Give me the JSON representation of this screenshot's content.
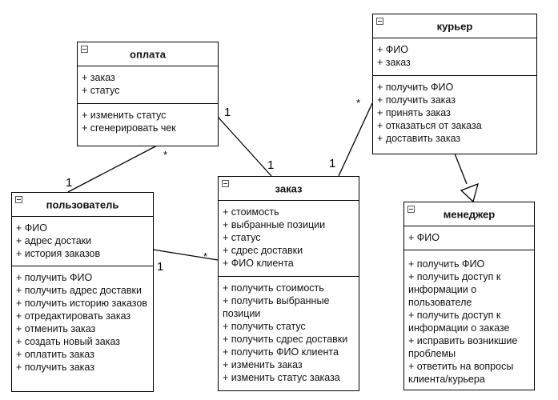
{
  "classes": {
    "oplata": {
      "title": "оплата",
      "attributes": [
        "+ заказ",
        "+ статус"
      ],
      "operations": [
        "+ изменить статус",
        "+ сгенерировать чек"
      ]
    },
    "kurer": {
      "title": "курьер",
      "attributes": [
        "+ ФИО",
        "+ заказ"
      ],
      "operations": [
        "+ получить ФИО",
        "+ получить заказ",
        "+ принять заказ",
        "+ отказаться от заказа",
        "+ доставить заказ"
      ]
    },
    "polzovatel": {
      "title": "пользователь",
      "attributes": [
        "+ ФИО",
        "+ адрес достаки",
        "+ история заказов"
      ],
      "operations": [
        "+ получить ФИО",
        "+ получить адрес доставки",
        "+ получить историю заказов",
        "+ отредактировать заказ",
        "+ отменить заказ",
        "+ создать новый заказ",
        "+ оплатить заказ",
        "+ получить заказ"
      ]
    },
    "zakaz": {
      "title": "заказ",
      "attributes": [
        "+ стоимость",
        "+ выбранные позиции",
        "+ статус",
        "+ сдрес доставки",
        "+ ФИО клиента"
      ],
      "operations": [
        "+ получить стоимость",
        "+ получить выбранные позиции",
        "+ получить статус",
        "+ получить сдрес доставки",
        "+ получить ФИО клиента",
        "+ изменить заказ",
        "+ изменить статус заказа"
      ]
    },
    "menedzher": {
      "title": "менеджер",
      "attributes": [
        "+ ФИО"
      ],
      "operations": [
        "+ получить ФИО",
        "+ получить доступ к информации о пользователе",
        "+ получить доступ к информации о заказе",
        "+ исправить возникшие проблемы",
        "+ ответить на вопросы клиента/курьера"
      ]
    }
  },
  "multiplicities": {
    "oplata_polzovatel_near_oplata": "*",
    "oplata_polzovatel_near_polzovatel": "1",
    "oplata_zakaz_near_oplata": "1",
    "oplata_zakaz_near_zakaz": "1",
    "kurer_zakaz_near_kurer": "*",
    "kurer_zakaz_near_zakaz": "1",
    "polzovatel_zakaz_near_polzovatel": "1",
    "polzovatel_zakaz_near_zakaz": "*"
  },
  "colors": {
    "line": "#000000",
    "box_border": "#000000",
    "background": "#ffffff"
  }
}
